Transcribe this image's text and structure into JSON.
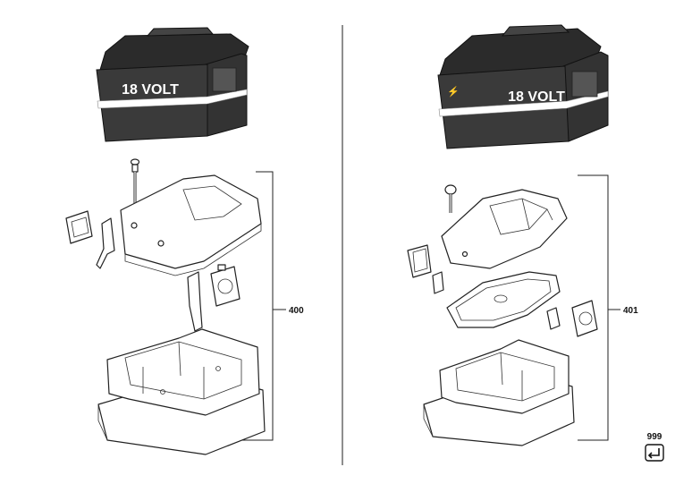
{
  "left_assembly": {
    "battery_label": "18 VOLT",
    "callout": "400"
  },
  "right_assembly": {
    "battery_label": "18 VOLT",
    "callout": "401"
  },
  "footer_item": {
    "callout": "999",
    "icon": "return-arrow-icon"
  },
  "colors": {
    "battery_body": "#3a3a3a",
    "battery_dark": "#1e1e1e",
    "stripe": "#ffffff",
    "line": "#222222"
  }
}
